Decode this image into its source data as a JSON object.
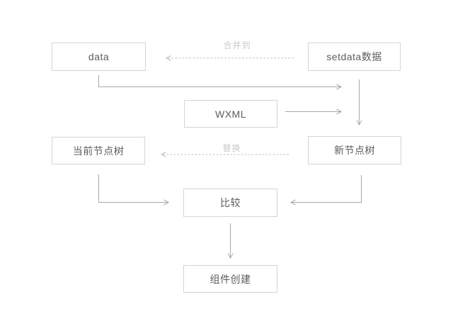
{
  "diagram": {
    "type": "flowchart",
    "background_color": "#ffffff",
    "colors": {
      "box_border": "#d5d5d5",
      "box_fill": "#ffffff",
      "box_text": "#5c5c5c",
      "solid_arrow": "#a8a8a8",
      "dashed_arrow": "#bdbdbd",
      "edge_label_text": "#c9c9c9"
    },
    "nodes": {
      "data": {
        "label": "data"
      },
      "setdata": {
        "label": "setdata数据"
      },
      "wxml": {
        "label": "WXML"
      },
      "current_tree": {
        "label": "当前节点树"
      },
      "new_tree": {
        "label": "新节点树"
      },
      "compare": {
        "label": "比较"
      },
      "create": {
        "label": "组件创建"
      }
    },
    "edges": [
      {
        "from": "setdata",
        "to": "data",
        "style": "dashed",
        "label": "合并到"
      },
      {
        "from": "data",
        "to": "new_tree",
        "style": "solid",
        "label": ""
      },
      {
        "from": "wxml",
        "to": "new_tree",
        "style": "solid",
        "label": ""
      },
      {
        "from": "setdata",
        "to": "new_tree",
        "style": "solid",
        "label": ""
      },
      {
        "from": "new_tree",
        "to": "current_tree",
        "style": "dashed",
        "label": "替换"
      },
      {
        "from": "current_tree",
        "to": "compare",
        "style": "solid",
        "label": ""
      },
      {
        "from": "new_tree",
        "to": "compare",
        "style": "solid",
        "label": ""
      },
      {
        "from": "compare",
        "to": "create",
        "style": "solid",
        "label": ""
      }
    ],
    "edge_labels": {
      "merge": "合并到",
      "replace": "替换"
    }
  }
}
